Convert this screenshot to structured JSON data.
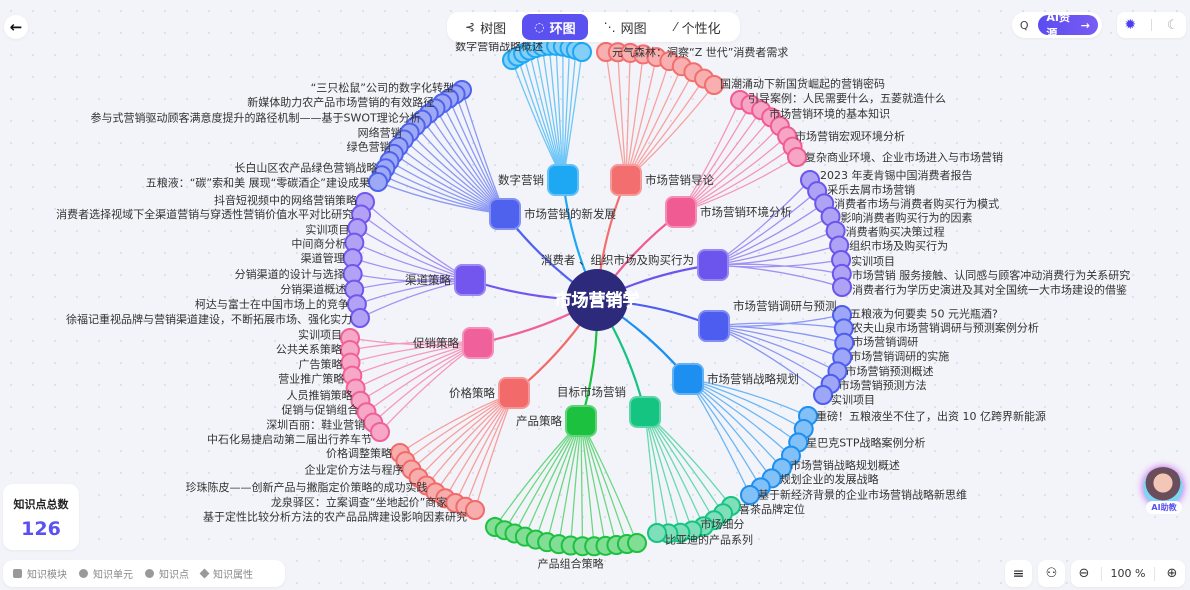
{
  "toolbar": {
    "back_label": "←",
    "tabs": [
      {
        "label": "树图",
        "icon": "tree-icon",
        "glyph": "⊰"
      },
      {
        "label": "环图",
        "icon": "ring-icon",
        "glyph": "◌",
        "active": true
      },
      {
        "label": "网图",
        "icon": "network-icon",
        "glyph": "⋱"
      },
      {
        "label": "个性化",
        "icon": "magic-wand-icon",
        "glyph": "⁄"
      }
    ],
    "search_glyph": "Q",
    "ai_resource_label": "AI资源",
    "ai_resource_arrow": "→",
    "sun_glyph": "✹",
    "moon_glyph": "☾"
  },
  "stats": {
    "title": "知识点总数",
    "value": "126"
  },
  "legend": [
    "知识模块",
    "知识单元",
    "知识点",
    "知识属性"
  ],
  "controls": {
    "filter_glyph": "≡",
    "layout_glyph": "⚇",
    "zoom_out": "⊖",
    "zoom_level": "100 %",
    "zoom_in": "⊕"
  },
  "assistant": {
    "label": "AI助教"
  },
  "mindmap": {
    "root": "市场营销学",
    "root_color": "#2d2a7c",
    "branches": [
      {
        "name": "数字营销",
        "color": "#1ea7f2",
        "leaves": [
          "数字营销战略概述"
        ]
      },
      {
        "name": "市场营销导论",
        "color": "#f36e6e",
        "leaves": [
          "元气森林：洞察“Z 世代”消费者需求",
          "国潮涌动下新国货崛起的营销密码"
        ]
      },
      {
        "name": "市场营销环境分析",
        "color": "#f05b94",
        "leaves": [
          "引导案例：人民需要什么，五菱就造什么",
          "市场营销环境的基本知识",
          "市场营销宏观环境分析",
          "复杂商业环境、企业市场进入与市场营销"
        ]
      },
      {
        "name": "消费者 、组织市场及购买行为",
        "color": "#6b55ec",
        "leaves": [
          "2023 年麦肯锡中国消费者报告",
          "采乐去屑市场营销",
          "消费者市场与消费者购买行为模式",
          "影响消费者购买行为的因素",
          "消费者购买决策过程",
          "组织市场及购买行为",
          "实训项目",
          "市场营销 服务接触、认同感与顾客冲动消费行为关系研究",
          "消费者行为学历史演进及其对全国统一大市场建设的借鉴"
        ]
      },
      {
        "name": "市场营销调研与预测",
        "color": "#4d5df0",
        "leaves": [
          "五粮液为何要卖 50 元光瓶酒?",
          "农夫山泉市场营销调研与预测案例分析",
          "市场营销调研",
          "市场营销调研的实施",
          "市场营销预测概述",
          "市场营销预测方法",
          "实训项目"
        ]
      },
      {
        "name": "市场营销战略规划",
        "color": "#1c8ff0",
        "leaves": [
          "重磅！五粮液坐不住了，出资 10 亿跨界新能源",
          "星巴克STP战略案例分析",
          "市场营销战略规划概述",
          "规划企业的发展战略",
          "基于新经济背景的企业市场营销战略新思维"
        ]
      },
      {
        "name": "目标市场营销",
        "color": "#16c482",
        "leaves": [
          "喜茶品牌定位",
          "市场细分",
          "比亚迪的产品系列"
        ]
      },
      {
        "name": "产品策略",
        "color": "#1cc23f",
        "leaves": [
          "产品组合策略"
        ]
      },
      {
        "name": "价格策略",
        "color": "#f26a6a",
        "leaves": [
          "价格调整策略",
          "企业定价方法与程序",
          "珍珠陈皮——创新产品与撇脂定价策略的成功实践",
          "龙泉驿区：立案调查“坐地起价”商家",
          "基于定性比较分析方法的农产品品牌建设影响因素研究"
        ]
      },
      {
        "name": "促销策略",
        "color": "#f0609a",
        "leaves": [
          "实训项目",
          "公共关系策略",
          "广告策略",
          "营业推广策略",
          "人员推销策略",
          "促销与促销组合",
          "深圳百丽：鞋业营销",
          "中石化易捷启动第二届出行养车节"
        ]
      },
      {
        "name": "渠道策略",
        "color": "#7356ee",
        "leaves": [
          "抖音短视频中的网络营销策略",
          "消费者选择视域下全渠道营销与穿透性营销价值水平对比研究",
          "实训项目",
          "中间商分析",
          "渠道管理",
          "分销渠道的设计与选择",
          "分销渠道概述",
          "柯达与富士在中国市场上的竞争",
          "徐福记重视品牌与营销渠道建设，不断拓展市场、强化实力"
        ]
      },
      {
        "name": "市场营销的新发展",
        "color": "#4e62ee",
        "leaves": [
          "“三只松鼠”公司的数字化转型",
          "新媒体助力农产品市场营销的有效路径",
          "参与式营销驱动顾客满意度提升的路径机制——基于SWOT理论分析",
          "网络营销",
          "绿色营销",
          "长白山区农产品绿色营销战略",
          "五粮液：“碳”索和美 展现“零碳酒企”建设成果"
        ]
      }
    ]
  }
}
